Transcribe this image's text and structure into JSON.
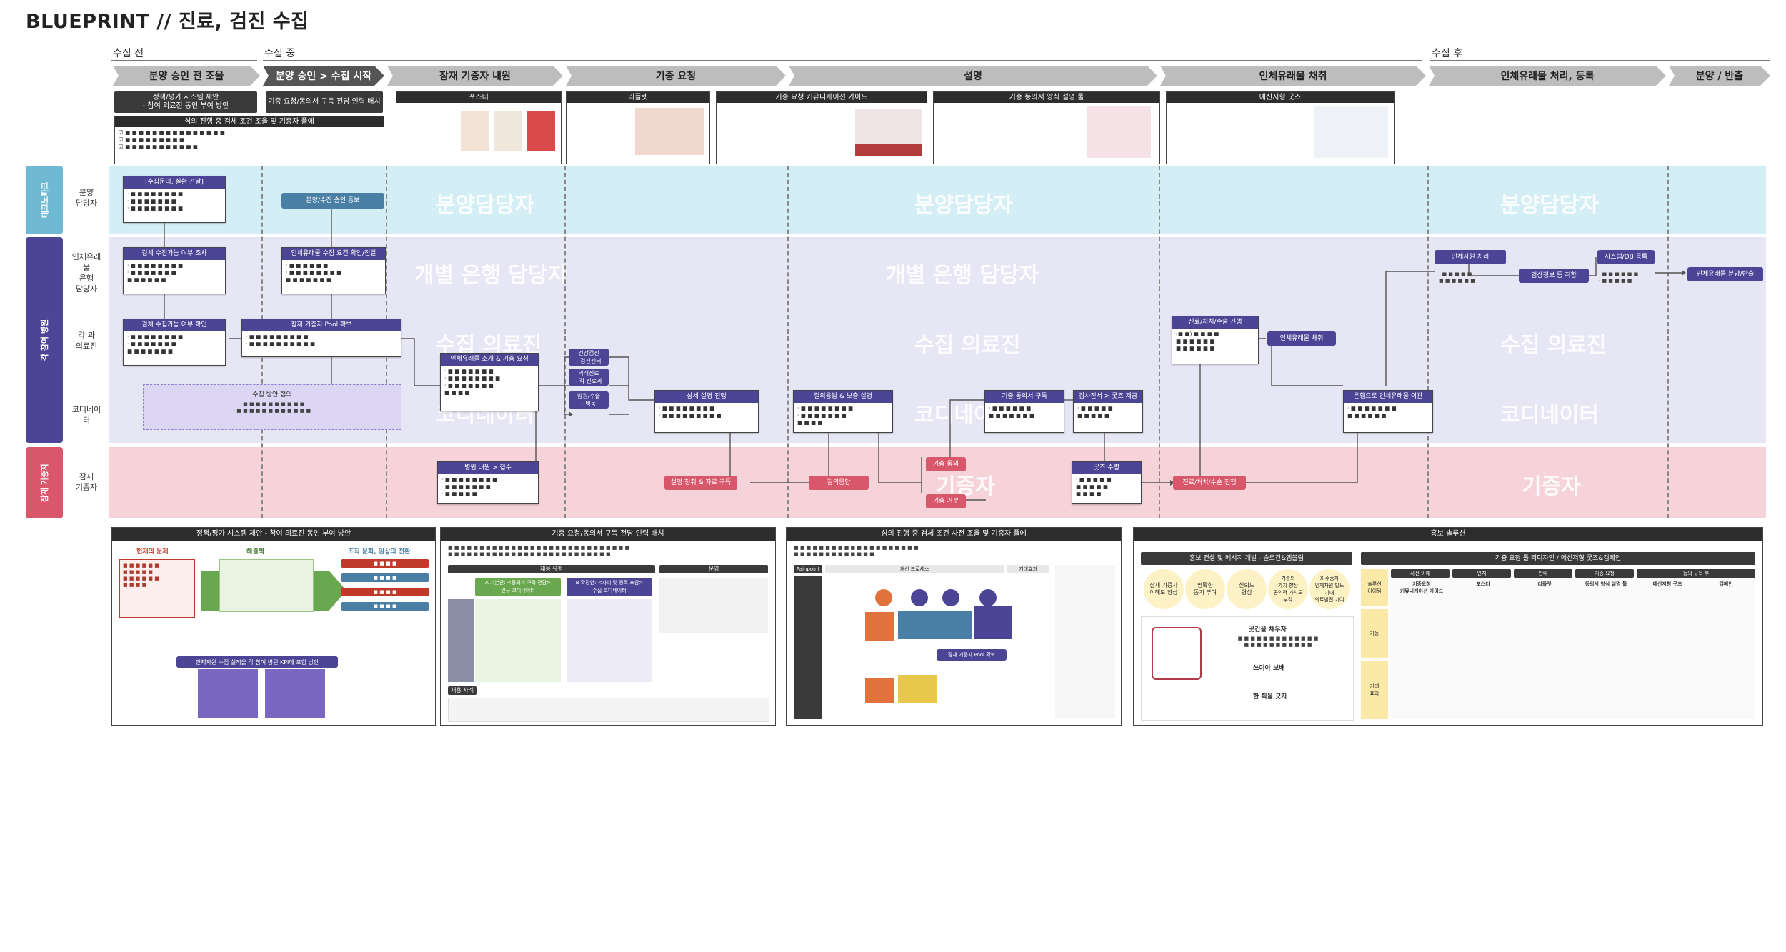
{
  "title": "BLUEPRINT // 진료, 검진 수집",
  "phases": [
    "수집 전",
    "수집 중",
    "수집 후"
  ],
  "stages": [
    "분양 승인 전 조율",
    "분양 승인 > 수집 시작",
    "잠재 기증자 내원",
    "기증 요청",
    "설명",
    "인체유래물 채취",
    "인체유래물 처리, 등록",
    "분양 / 반출"
  ],
  "top_bars": {
    "b1": "정책/평가 시스템 제안\n- 참여 의료진 동인 부여 방안",
    "b2": "기증 요청/동의서 구득 전담 인력 배치",
    "b3": "심의 진행 중 검체 조건 조율 및 기증자 풀에"
  },
  "top_cards": [
    {
      "title": "포스터"
    },
    {
      "title": "리플렛"
    },
    {
      "title": "기증 요청 커뮤니케이션 가이드"
    },
    {
      "title": "기증 동의서 양식 설명 툴"
    },
    {
      "title": "예신저형 굿즈"
    }
  ],
  "lanes": {
    "l1": {
      "side": "테크노파크",
      "label": "분양\n담당자",
      "wm": "분양담당자"
    },
    "l2": {
      "label": "인체유래물\n은행\n담당자",
      "wm": "개별 은행 담당자"
    },
    "l3": {
      "side": "각 참여 병원",
      "label": "각 과\n의료진",
      "wm": "수집 의료진"
    },
    "l4": {
      "label": "코디네이터",
      "wm": "코디네이터"
    },
    "l5": {
      "side": "잠재 기증자",
      "label": "잠재\n기증자",
      "wm": "기증자"
    }
  },
  "nodes": {
    "n1": "[수집문의, 질환 전달]",
    "n2": "분양/수집 승인 통보",
    "n3": "검체 수집가능 여부 조사",
    "n4": "인체유래물 수집 요건 확인/전달",
    "n5": "검체 수집가능 여부 확인",
    "n6": "잠재 기증자 Pool 확보",
    "n7": "수집 방안 협의",
    "n8": "인체유래물 소개 & 기증 요청",
    "n9": "건강검진\n- 검진센터",
    "n10": "외래진료\n- 각 진료과",
    "n11": "입원/수술\n- 병동",
    "n12": "상세 설명 진행",
    "n13": "질의응답 & 보충 설명",
    "n14": "기증 동의서 구득",
    "n15": "검사진서 > 굿즈 제공",
    "n16": "진료/처치/수술 진행",
    "n17": "인체유래물 채취",
    "n18": "은행으로 인체유래물 이관",
    "n19": "인체자원 처리",
    "n20": "임상정보 등 취합",
    "n21": "시스템/DB 등록",
    "n22": "인체유래물 분양/반출",
    "n23": "병원 내원 > 접수",
    "n24": "설명 청취 & 자료 구독",
    "n25": "질의응답",
    "n26": "기증 동의",
    "n27": "기증 거부",
    "n28": "굿즈 수령",
    "n29": "진료/처치/수술 진행"
  },
  "panels": {
    "p1": "정책/평가 시스템 제안 - 참여 의료진 동인 부여 방안",
    "p1_problem": "현재의 문제",
    "p1_solution": "해결책",
    "p1_result": "조직 문화, 임상의 전환",
    "p1_kpi": "인체자원 수집 실적을 각 참여 병원 KPI에 포함 방안",
    "p2": "기증 요청/동의서 구득 전담 인력 배치",
    "p2_sub": "채용 유형",
    "p2_a": "A 기본안: <동의서 구득 전담>\n연구 코디네이터",
    "p2_b": "B 확장안: <자리 및 등록 포함>\n수집 코디네이터",
    "p2_ops": "운영",
    "p2_case": "채용 사례",
    "p3": "심의 진행 중 검체 조건 사전 조율 및 기증자 풀에",
    "p3_painpoint": "Painpoint",
    "p3_process": "개선 프로세스",
    "p3_effect": "기대효과",
    "p3_pool": "잠재 기증자 Pool 확보",
    "p4": "홍보 솔루션",
    "p4_left": "홍보 컨셉 및 메시지 개발 - 슬로건&엠블럼",
    "p4_right": "기증 요청 툴 리디자인 / 메신저형 굿즈&캠페인",
    "p4_slogan1": "곳간을 채우자",
    "p4_slogan2": "쓰여야 보배",
    "p4_slogan3": "한 획을 긋자",
    "p4_cols": [
      "사전 이해",
      "인지",
      "안내",
      "기증 요청",
      "동의 구득 후"
    ],
    "p4_items": [
      "기증요청\n커뮤니케이션 가이드",
      "포스터",
      "리플렛",
      "동의서 양식 설명 툴",
      "메신저형 굿즈",
      "캠페인"
    ],
    "p4_rows": [
      "솔루션\n아이템",
      "기능",
      "기대\n효과"
    ],
    "p4_values": [
      "잠재 기증자\n이해도 향상",
      "명확한\n동기 부여",
      "신뢰도\n형성",
      "기증의\n가치 향상\n공익적 가치도\n부각",
      "X 수증자\n인체자원 발도\n기대\n의료발전 기여"
    ]
  }
}
